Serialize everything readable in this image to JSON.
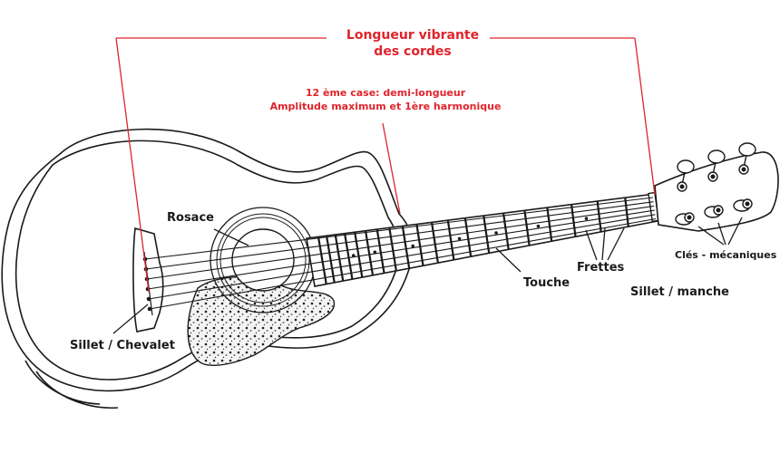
{
  "diagram": {
    "colors": {
      "annotation_red": "#e0242c",
      "outline": "#1a1a1a",
      "pickguard": "#2a2a2a",
      "background": "#ffffff"
    },
    "labels": {
      "scale_length_line1": "Longueur vibrante",
      "scale_length_line2": "des cordes",
      "twelfth_fret_line1": "12 ème case: demi-longueur",
      "twelfth_fret_line2": "Amplitude maximum et 1ère harmonique",
      "soundhole": "Rosace",
      "fingerboard": "Touche",
      "frets": "Frettes",
      "tuners": "Clés - mécaniques",
      "nut": "Sillet / manche",
      "saddle": "Sillet / Chevalet"
    },
    "strings_count": 6,
    "fret_count": 20,
    "tuning_pegs_count": 6
  }
}
